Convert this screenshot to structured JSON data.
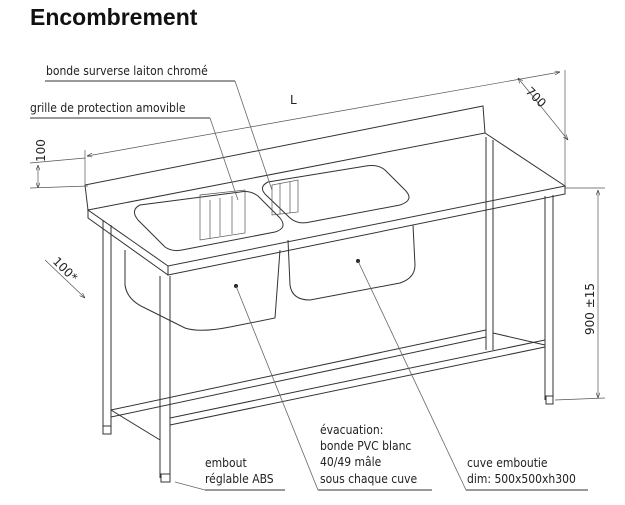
{
  "title": "Encombrement",
  "dimensions": {
    "length": "L",
    "depth": "700",
    "upstand": "100",
    "overhang": "100*",
    "height": "900 ±15"
  },
  "labels": {
    "overflow": "bonde surverse laiton chromé",
    "grid": "grille de protection amovible",
    "foot_line1": "embout",
    "foot_line2": "réglable ABS",
    "drain_line1": "évacuation:",
    "drain_line2": "bonde PVC blanc",
    "drain_line3": "40/49 mâle",
    "drain_line4": "sous chaque cuve",
    "bowl_line1": "cuve emboutie",
    "bowl_line2": "dim: 500x500xh300"
  }
}
